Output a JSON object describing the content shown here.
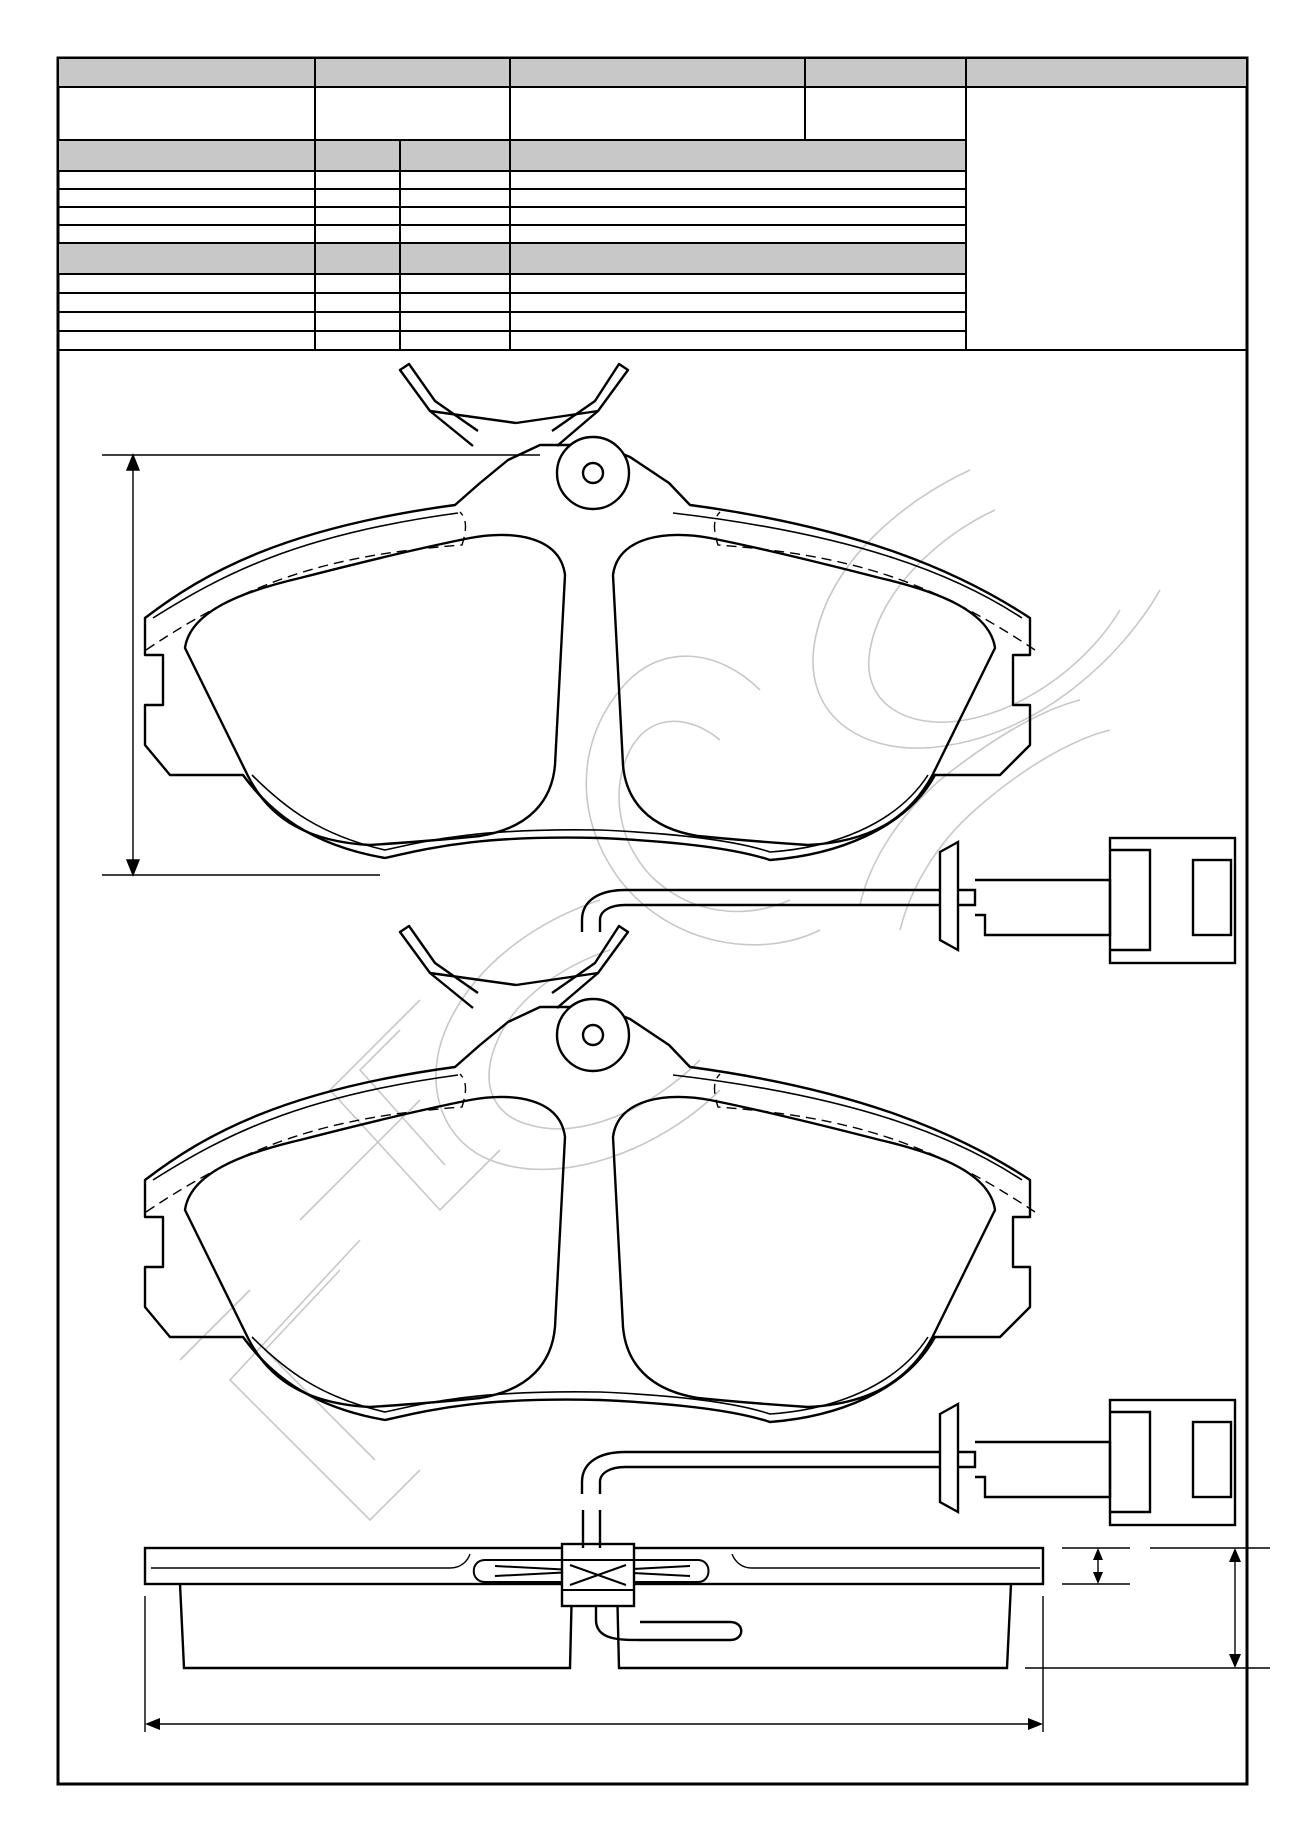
{
  "colors": {
    "line": "#000000",
    "header_fill": "#c8c8c8",
    "watermark": "#c8c8c8",
    "background": "#ffffff"
  },
  "drawing": {
    "type": "technical drawing",
    "views": [
      "front-pad-top-view",
      "rear-pad-top-view",
      "side-profile-view"
    ],
    "icons": [
      "watermark-logo"
    ],
    "note": ""
  }
}
